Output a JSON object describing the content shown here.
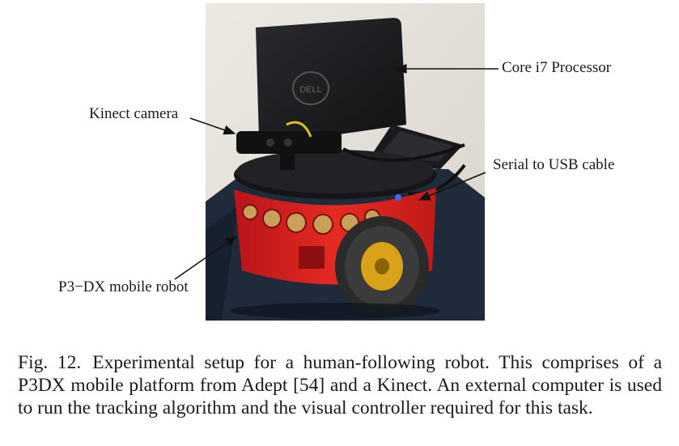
{
  "figure": {
    "labels": {
      "kinect": "Kinect camera",
      "core": "Core i7 Processor",
      "serial": "Serial to USB cable",
      "p3dx": "P3−DX mobile robot"
    },
    "logo_text": "DELL"
  },
  "caption": {
    "number": "Fig. 12.",
    "text": "Experimental setup for a human-following robot. This comprises of a P3DX mobile platform from Adept [54] and a Kinect. An external computer is used to run the tracking algorithm and the visual controller required for this task."
  },
  "colors": {
    "robot_red": "#d8221c",
    "wheel_yellow": "#d9a218",
    "laptop_black": "#1b1b1d",
    "wall": "#e7e3dc",
    "floor_cloth": "#1f2a3a",
    "usb_led": "#3d6cff"
  }
}
